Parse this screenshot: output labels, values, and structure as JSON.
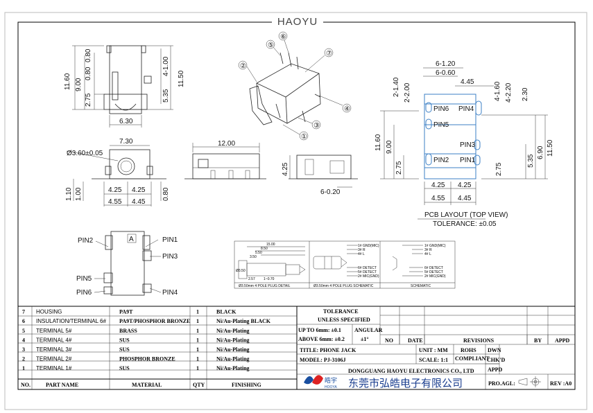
{
  "header": {
    "brand": "HAOYU"
  },
  "front_view": {
    "dims_left": [
      "11.60",
      "9.00",
      "0.80",
      "0.80",
      "2.75"
    ],
    "dims_right": [
      "4-1.00",
      "5.35",
      "11.50"
    ],
    "dim_bottom": "6.30"
  },
  "iso_view": {
    "callouts": [
      "①",
      "②",
      "③",
      "④",
      "⑤",
      "⑥",
      "⑦"
    ]
  },
  "pcb_layout": {
    "dims_top": [
      "6-1.20",
      "6-0.60",
      "2-1.40",
      "2-2.00",
      "4.45",
      "4-1.60",
      "4-2.20",
      "2.30"
    ],
    "dims_side": [
      "11.60",
      "9.00",
      "2.75",
      "11.50",
      "6.90",
      "5.35",
      "2.75"
    ],
    "dims_bottom": [
      "4.25",
      "4.25",
      "4.55",
      "4.45"
    ],
    "pins": [
      "PIN6",
      "PIN5",
      "PIN2",
      "PIN4",
      "PIN3",
      "PIN1"
    ],
    "title": "PCB LAYOUT (TOP VIEW)",
    "tolerance": "TOLERANCE: ±0.05"
  },
  "side_view": {
    "dims_top": [
      "7.30",
      "Ø3.60±0.05"
    ],
    "dims_bottom": [
      "4.25",
      "4.25",
      "4.55",
      "4.45"
    ],
    "dims_left": [
      "1.10",
      "1.00"
    ],
    "dims_right": [
      "0.80"
    ]
  },
  "top_view": {
    "dim_top": "12.00"
  },
  "end_view": {
    "dims": [
      "4.25",
      "6-0.20"
    ]
  },
  "pin_view": {
    "pins_left": [
      "PIN2",
      "PIN5",
      "PIN6"
    ],
    "pins_right": [
      "PIN1",
      "PIN3",
      "PIN4"
    ],
    "mark": "A"
  },
  "plug_detail": {
    "dims": [
      "15.00",
      "8.50",
      "5.50",
      "3.50",
      "Ø3.50",
      "2.57",
      "1~0.70"
    ],
    "caption1": "Ø3.50mm 4 POLE PLUG DETAIL",
    "caption2": "Ø3.50mm 4 POLE PLUG SCHEMATIC",
    "caption3": "SCHEMATIC",
    "sch_left": [
      "1# GND(MIC)",
      "3# R",
      "4# L",
      "6# DETECT",
      "5# DETECT",
      "2# MIC(GND)"
    ],
    "sch_right": [
      "1# GND(MIC)",
      "3# R",
      "4# L",
      "6# DETECT",
      "5# DETECT",
      "2# MIC(GND)"
    ]
  },
  "bom": {
    "rows": [
      {
        "no": "7",
        "part": "HOUSING",
        "material": "PA9T",
        "qty": "1",
        "finish": "BLACK"
      },
      {
        "no": "6",
        "part": "INSULATION/TERMINAL  6#",
        "material": "PA9T/PHOSPHOR BRONZE",
        "qty": "1",
        "finish": "Ni/Au-Plating    BLACK"
      },
      {
        "no": "5",
        "part": "TERMINAL  5#",
        "material": "BRASS",
        "qty": "1",
        "finish": "Ni/Au-Plating"
      },
      {
        "no": "4",
        "part": "TERMINAL  4#",
        "material": "SUS",
        "qty": "1",
        "finish": "Ni/Au-Plating"
      },
      {
        "no": "3",
        "part": "TERMINAL  3#",
        "material": "SUS",
        "qty": "1",
        "finish": "Ni/Au-Plating"
      },
      {
        "no": "2",
        "part": "TERMINAL  2#",
        "material": "PHOSPHOR BRONZE",
        "qty": "1",
        "finish": "Ni/Au-Plating"
      },
      {
        "no": "1",
        "part": "TERMINAL  1#",
        "material": "SUS",
        "qty": "1",
        "finish": "Ni/Au-Plating"
      }
    ],
    "headers": {
      "no": "NO.",
      "part": "PART     NAME",
      "material": "MATERIAL",
      "qty": "QTY",
      "finish": "FINISHING"
    }
  },
  "title_block": {
    "tol_title": "TOLERANCE",
    "tol_sub": "UNLESS    SPECIFIED",
    "tol_up": "UP TO 6mm: ±0.1",
    "tol_above": "ABOVE 6mm: ±0.2",
    "angular": "ANGULAR",
    "angular_val": "±1°",
    "rev_no": "NO",
    "rev_date": "DATE",
    "rev_revisions": "REVISIONS",
    "rev_by": "BY",
    "rev_appd": "APPD",
    "title": "TITLE:  PHONE  JACK",
    "model": "MODEL:  PJ-3106J",
    "unit": "UNIT : MM",
    "scale": "SCALE:  1:1",
    "rohs": "ROHS",
    "compliant": "COMPLIANT",
    "dwn": "DWN",
    "chkd": "CHK'D",
    "appd": "APPD",
    "company": "DONGGUANG  HAOYU  ELECTRONICS  CO.,  LTD",
    "company_cn": "东莞市弘皓电子有限公司",
    "logo_cn": "皓宇",
    "logo_en": "HOOYA",
    "proagl": "PRO.AGL:",
    "rev": "REV :A0"
  }
}
